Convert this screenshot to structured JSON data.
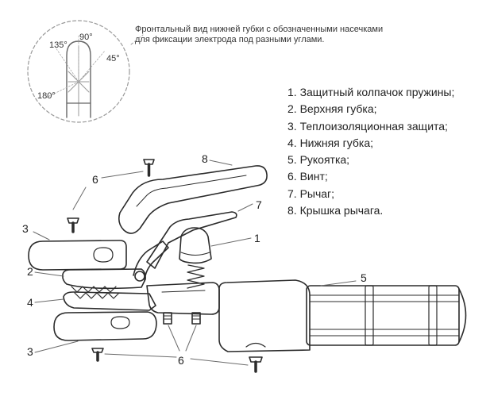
{
  "caption": {
    "line1": "Фронтальный вид нижней губки с обозначенными насечками",
    "line2": "для фиксации электрода под разными углами."
  },
  "angles": [
    "135°",
    "90°",
    "45°",
    "180°"
  ],
  "legend": [
    "1. Защитный колпачок пружины;",
    "2. Верхняя губка;",
    "3. Теплоизоляционная защита;",
    "4. Нижняя губка;",
    "5. Рукоятка;",
    "6. Винт;",
    "7. Рычаг;",
    "8. Крышка рычага."
  ],
  "callouts": {
    "c1": "1",
    "c2": "2",
    "c3a": "3",
    "c3b": "3",
    "c4": "4",
    "c5": "5",
    "c6a": "6",
    "c6b": "6",
    "c7": "7",
    "c8": "8"
  }
}
